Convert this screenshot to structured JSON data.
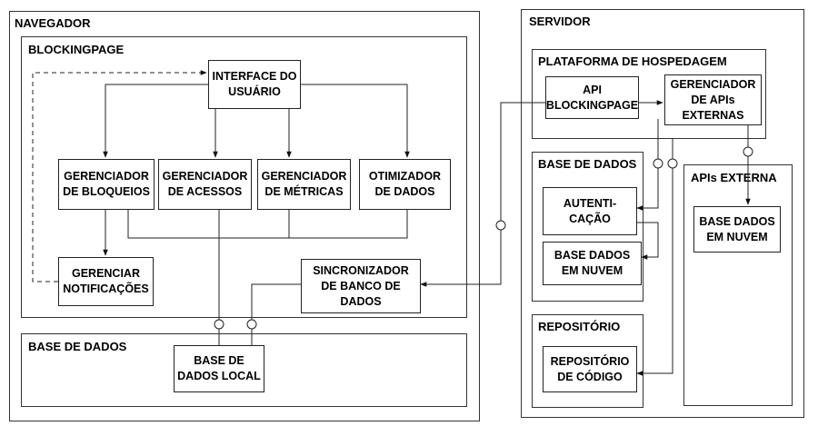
{
  "groups": {
    "navegador": "NAVEGADOR",
    "blockingpage": "BLOCKINGPAGE",
    "base_dados_local_group": "BASE DE DADOS",
    "servidor": "SERVIDOR",
    "plataforma": "PLATAFORMA DE HOSPEDAGEM",
    "base_dados_server": "BASE DE DADOS",
    "repositorio": "REPOSITÓRIO",
    "apis_externa": "APIs EXTERNA"
  },
  "nodes": {
    "interface": "INTERFACE DO\nUSUÁRIO",
    "ger_bloqueios": "GERENCIADOR\nDE BLOQUEIOS",
    "ger_acessos": "GERENCIADOR\nDE ACESSOS",
    "ger_metricas": "GERENCIADOR\nDE MÉTRICAS",
    "otimizador": "OTIMIZADOR\nDE DADOS",
    "notificacoes": "GERENCIAR\nNOTIFICAÇÕES",
    "sincronizador": "SINCRONIZADOR\nDE BANCO DE\nDADOS",
    "base_local": "BASE DE\nDADOS LOCAL",
    "api_blockingpage": "API\nBLOCKINGPAGE",
    "ger_apis_externas": "GERENCIADOR\nDE APIs\nEXTERNAS",
    "autenticacao": "AUTENTI-\nCAÇÃO",
    "base_nuvem_server": "BASE DADOS\nEM NUVEM",
    "repo_codigo": "REPOSITÓRIO\nDE CÓDIGO",
    "base_nuvem_ext": "BASE DADOS\nEM NUVEM"
  }
}
